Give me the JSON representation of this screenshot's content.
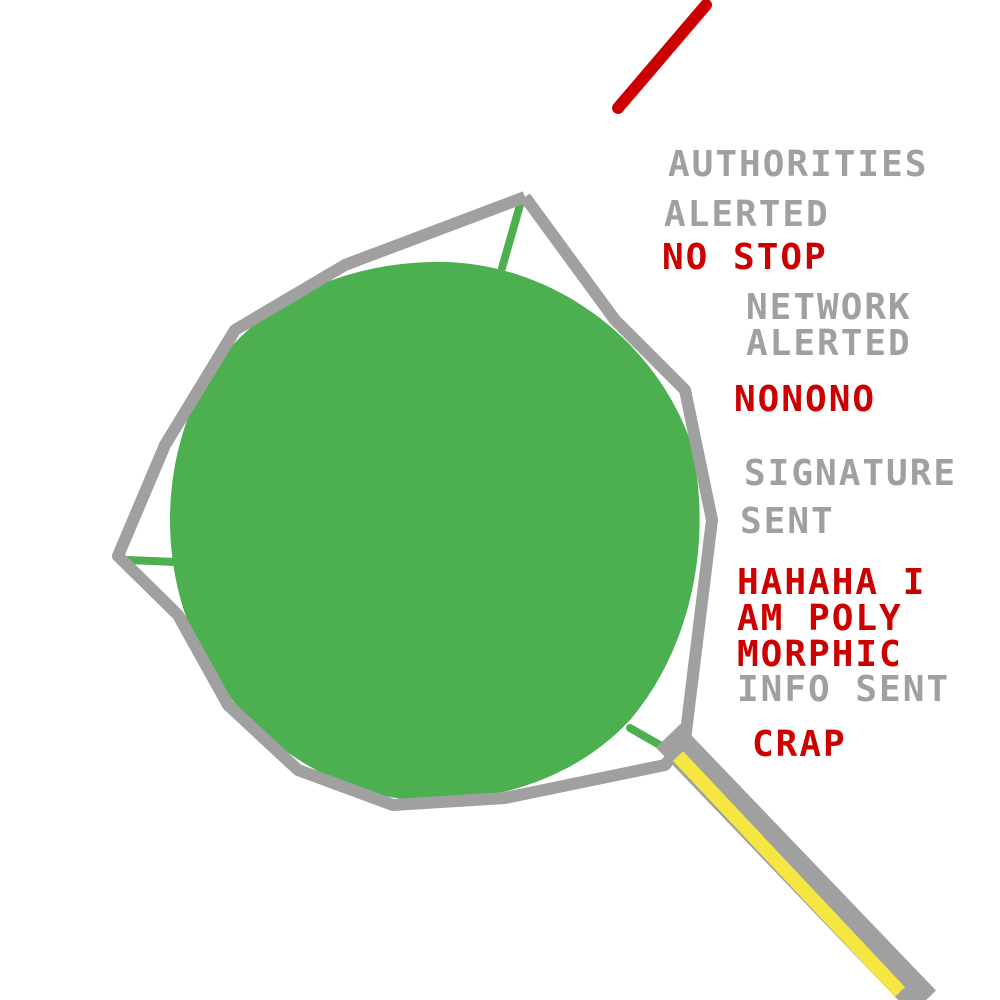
{
  "colors": {
    "background": "#ffffff",
    "virus": "#4caf50",
    "cage": "#a0a0a0",
    "alert": "#cc0000",
    "cable": "#f5e642"
  },
  "icons": [
    "virus-blob",
    "containment-cage",
    "laser-beam",
    "cable"
  ],
  "messages": {
    "authorities": "AUTHORITIES",
    "authorities_alerted": "ALERTED",
    "reply_no_stop": "NO STOP",
    "network": "NETWORK",
    "network_alerted": "ALERTED",
    "reply_nonono": "NONONO",
    "signature": "SIGNATURE",
    "signature_sent": "SENT",
    "reply_poly_1": "HAHAHA I",
    "reply_poly_2": "AM POLY",
    "reply_poly_3": "MORPHIC",
    "info_sent": "INFO SENT",
    "reply_crap": "CRAP"
  }
}
